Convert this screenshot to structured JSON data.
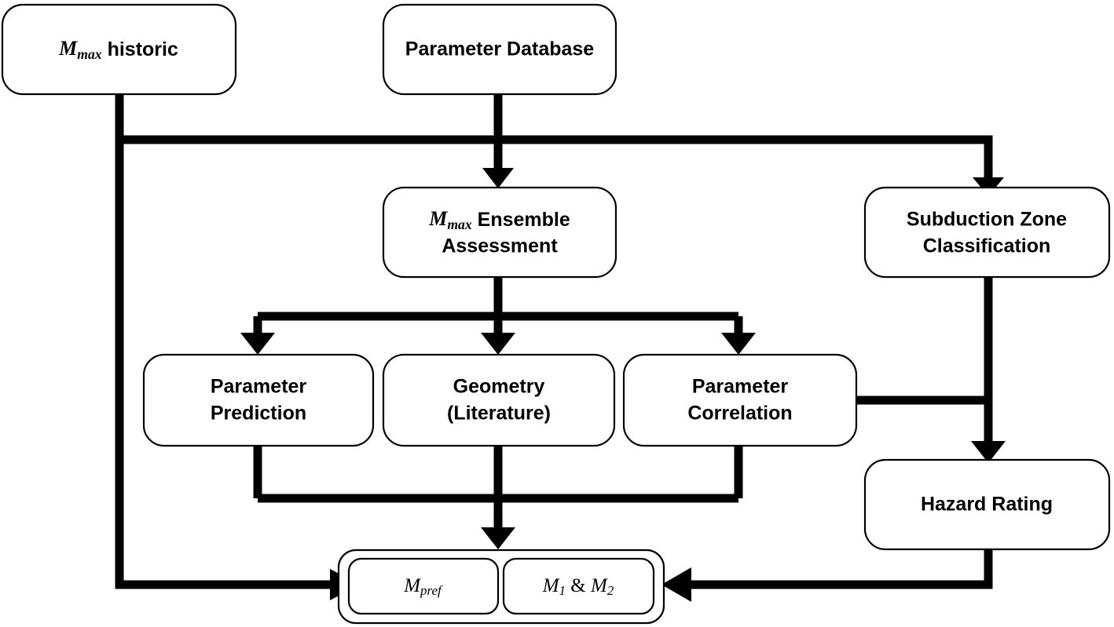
{
  "diagram": {
    "title": "Mmax assessment and subduction zone hazard workflow",
    "background_color": "#ffffff",
    "line_color": "#000000",
    "box_fill": "#ffffff",
    "box_stroke": "#000000"
  },
  "nodes": {
    "mmax_historic": {
      "id": "mmax-historic",
      "math_symbol": "M",
      "math_subscript": "max",
      "text": " historic",
      "full_label": "Mmax historic"
    },
    "parameter_database": {
      "id": "parameter-database",
      "label": "Parameter Database"
    },
    "mmax_ensemble": {
      "id": "mmax-ensemble-assessment",
      "math_symbol": "M",
      "math_subscript": "max",
      "line1_suffix": " Ensemble",
      "line2": "Assessment",
      "full_label": "Mmax Ensemble Assessment"
    },
    "subduction_zone": {
      "id": "subduction-zone-classification",
      "line1": "Subduction Zone",
      "line2": "Classification",
      "full_label": "Subduction Zone Classification"
    },
    "parameter_prediction": {
      "id": "parameter-prediction",
      "line1": "Parameter",
      "line2": "Prediction",
      "full_label": "Parameter Prediction"
    },
    "geometry_literature": {
      "id": "geometry-literature",
      "line1": "Geometry",
      "line2": "(Literature)",
      "full_label": "Geometry (Literature)"
    },
    "parameter_correlation": {
      "id": "parameter-correlation",
      "line1": "Parameter",
      "line2": "Correlation",
      "full_label": "Parameter Correlation"
    },
    "hazard_rating": {
      "id": "hazard-rating",
      "label": "Hazard Rating"
    },
    "output_group": {
      "id": "magnitude-output-group",
      "m_pref": {
        "math_symbol": "M",
        "math_subscript": "pref",
        "full_label": "Mpref"
      },
      "m1_m2": {
        "math_symbol_1": "M",
        "math_subscript_1": "1",
        "separator": " & ",
        "math_symbol_2": "M",
        "math_subscript_2": "2",
        "full_label": "M1 & M2"
      }
    }
  },
  "edges": [
    {
      "name": "mmax-historic-to-output",
      "from": "mmax_historic",
      "to": "output_group",
      "arrow": "right"
    },
    {
      "name": "mmax-historic-to-subduction",
      "from": "mmax_historic",
      "to": "subduction_zone",
      "arrow": "down"
    },
    {
      "name": "parameter-database-to-ensemble",
      "from": "parameter_database",
      "to": "mmax_ensemble",
      "arrow": "down"
    },
    {
      "name": "ensemble-to-parameter-prediction",
      "from": "mmax_ensemble",
      "to": "parameter_prediction",
      "arrow": "down"
    },
    {
      "name": "ensemble-to-geometry",
      "from": "mmax_ensemble",
      "to": "geometry_literature",
      "arrow": "down"
    },
    {
      "name": "ensemble-to-parameter-correlation",
      "from": "mmax_ensemble",
      "to": "parameter_correlation",
      "arrow": "down"
    },
    {
      "name": "three-boxes-to-output",
      "from": "parameter_prediction,geometry_literature,parameter_correlation",
      "to": "output_group",
      "arrow": "down"
    },
    {
      "name": "parameter-correlation-to-subduction-line",
      "from": "parameter_correlation",
      "to": "hazard_rating",
      "arrow": "none"
    },
    {
      "name": "subduction-to-hazard-rating",
      "from": "subduction_zone",
      "to": "hazard_rating",
      "arrow": "down"
    },
    {
      "name": "hazard-rating-to-output",
      "from": "hazard_rating",
      "to": "output_group",
      "arrow": "left"
    }
  ]
}
